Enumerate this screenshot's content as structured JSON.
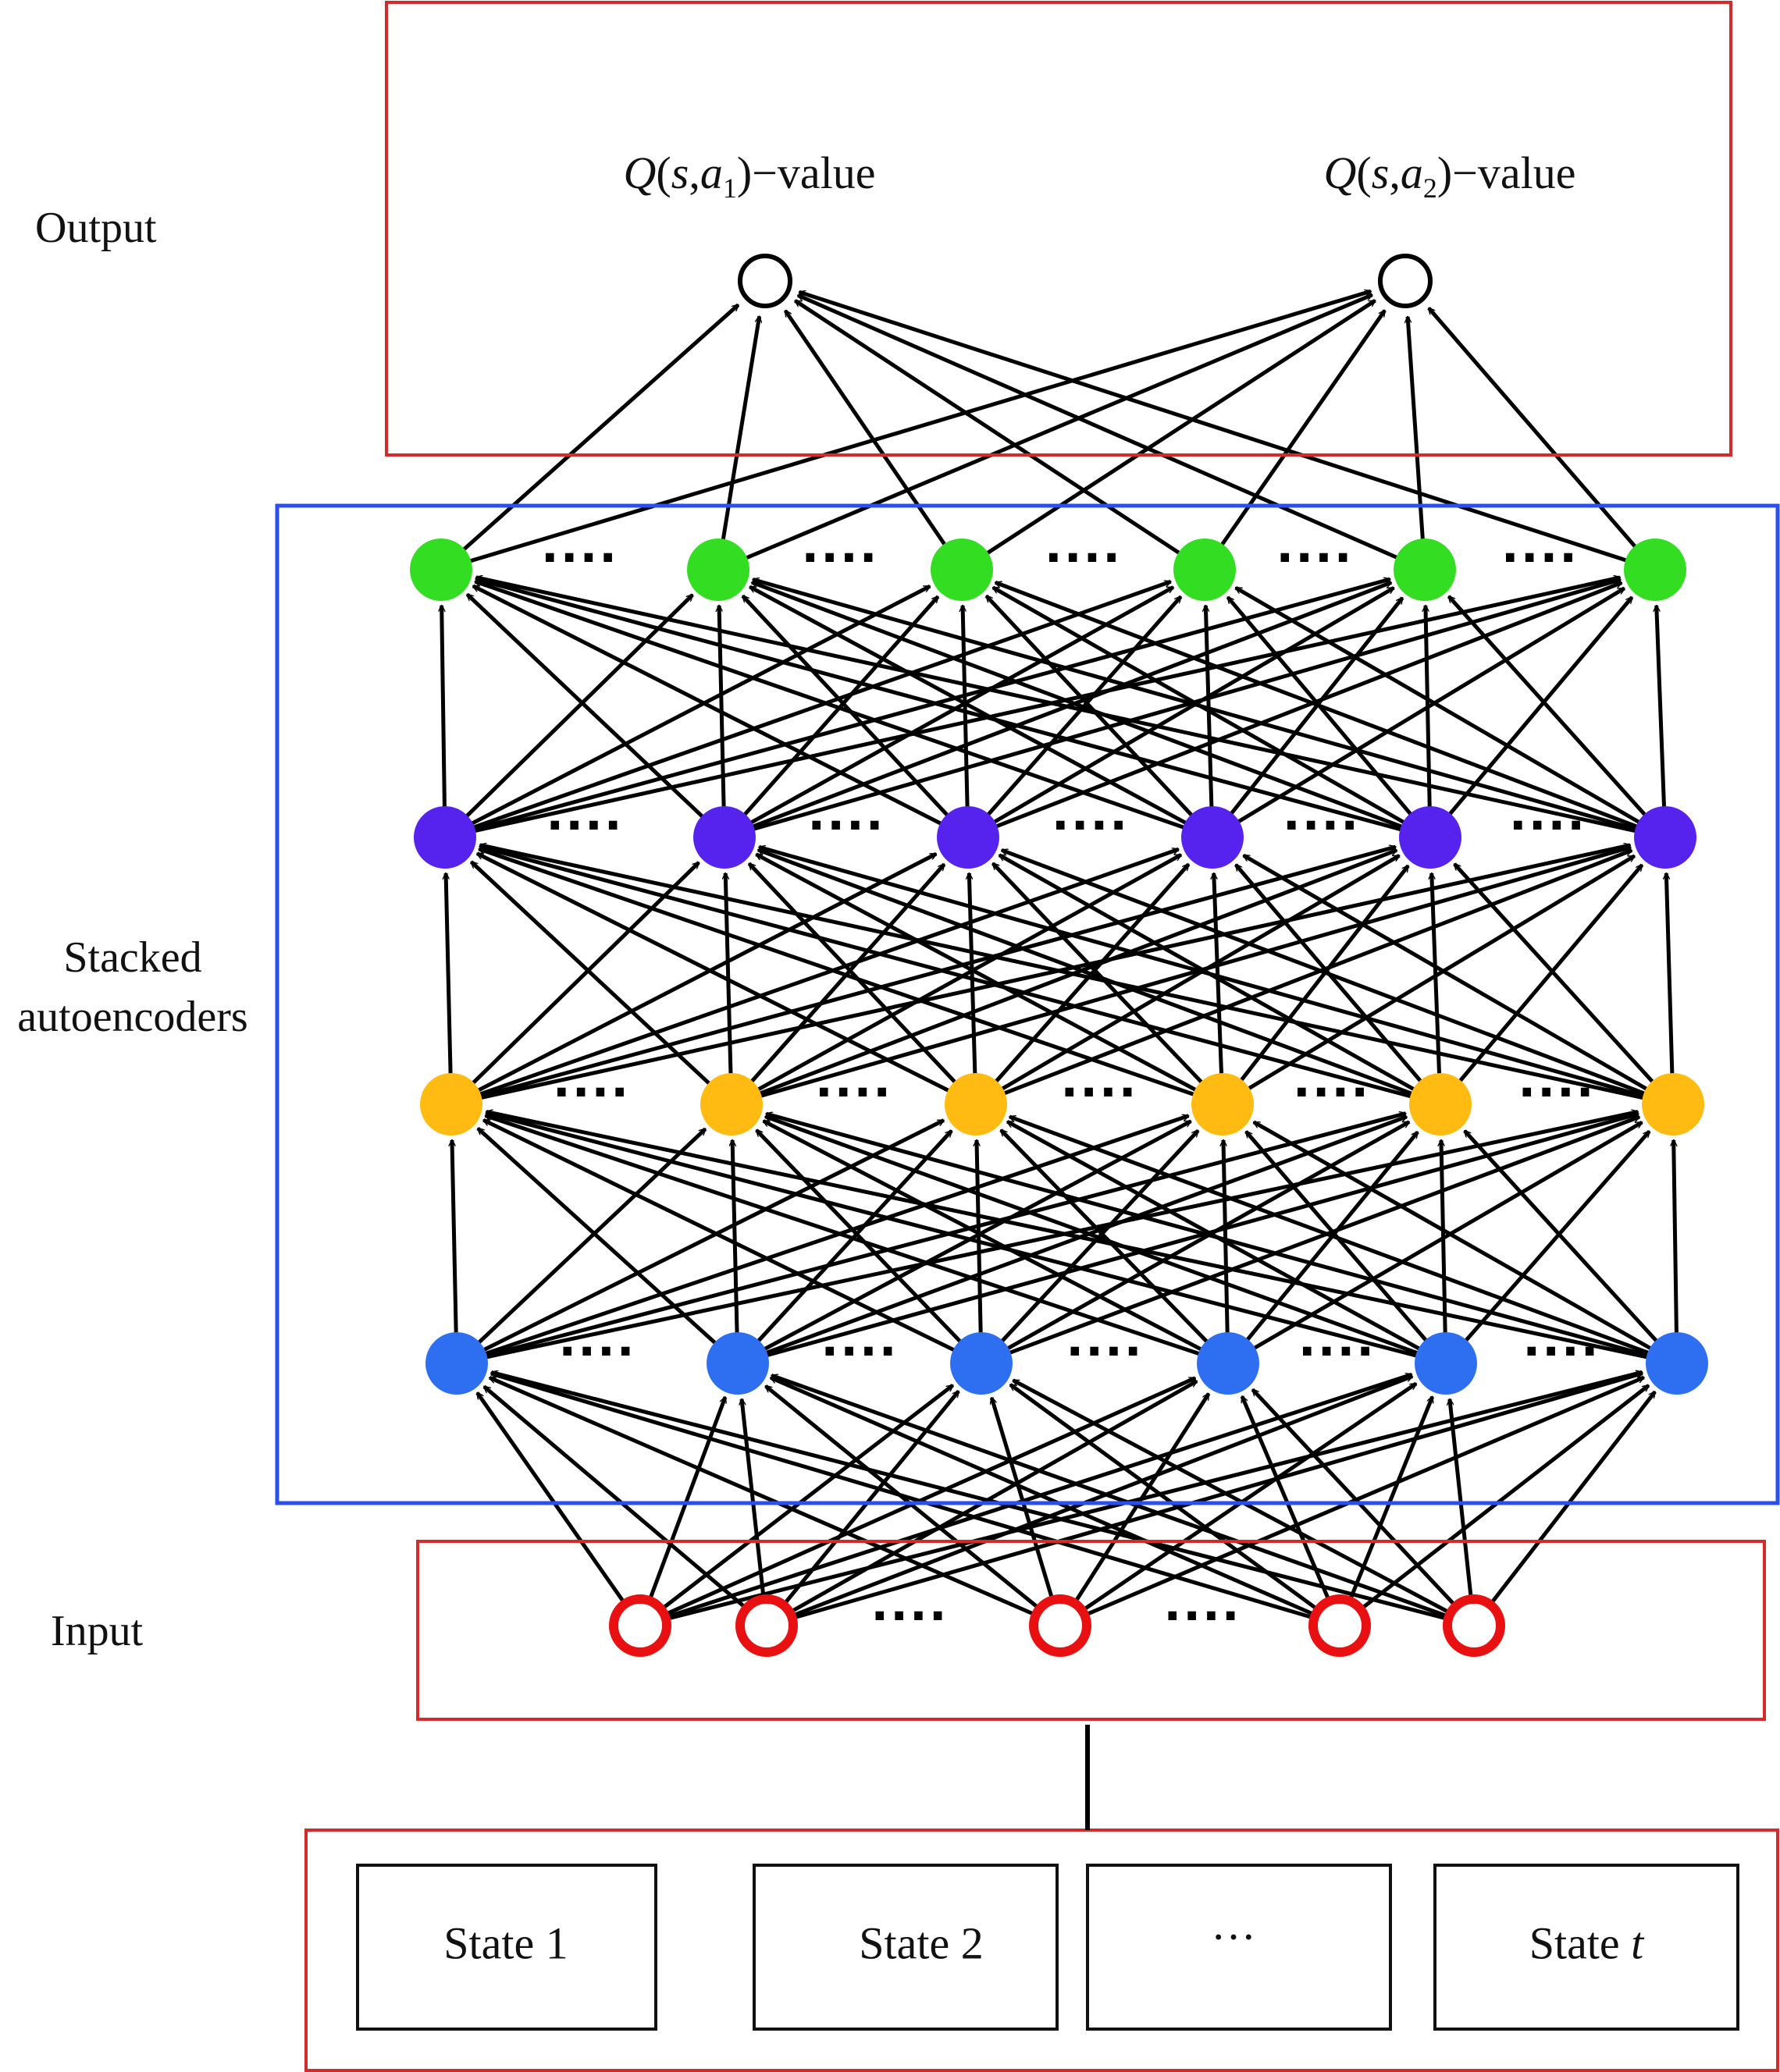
{
  "labels": {
    "output": "Output",
    "stacked_line1": "Stacked",
    "stacked_line2": "autoencoders",
    "input": "Input"
  },
  "outputs": [
    {
      "fn": "Q",
      "args_open": "(",
      "s": "s",
      "comma": ",",
      "a": "a",
      "sub": "1",
      "args_close": ")",
      "suffix": "−value"
    },
    {
      "fn": "Q",
      "args_open": "(",
      "s": "s",
      "comma": ",",
      "a": "a",
      "sub": "2",
      "args_close": ")",
      "suffix": "−value"
    }
  ],
  "states": [
    {
      "text": "State 1",
      "var": ""
    },
    {
      "text": "State 2",
      "var": ""
    },
    {
      "text": "···",
      "var": ""
    },
    {
      "text": "State ",
      "var": "t"
    }
  ],
  "ellipsis": "····",
  "layers": [
    {
      "name": "green",
      "color": "#33dd22"
    },
    {
      "name": "purple",
      "color": "#5522ee"
    },
    {
      "name": "yellow",
      "color": "#ffbb11"
    },
    {
      "name": "blue",
      "color": "#2e6ff2"
    }
  ],
  "colors": {
    "output_box": "#d42a2a",
    "sae_box": "#2a4ff0",
    "input_box": "#d42a2a",
    "input_node": "#e81010",
    "state_box": "#d42a2a",
    "edge": "#000000"
  }
}
